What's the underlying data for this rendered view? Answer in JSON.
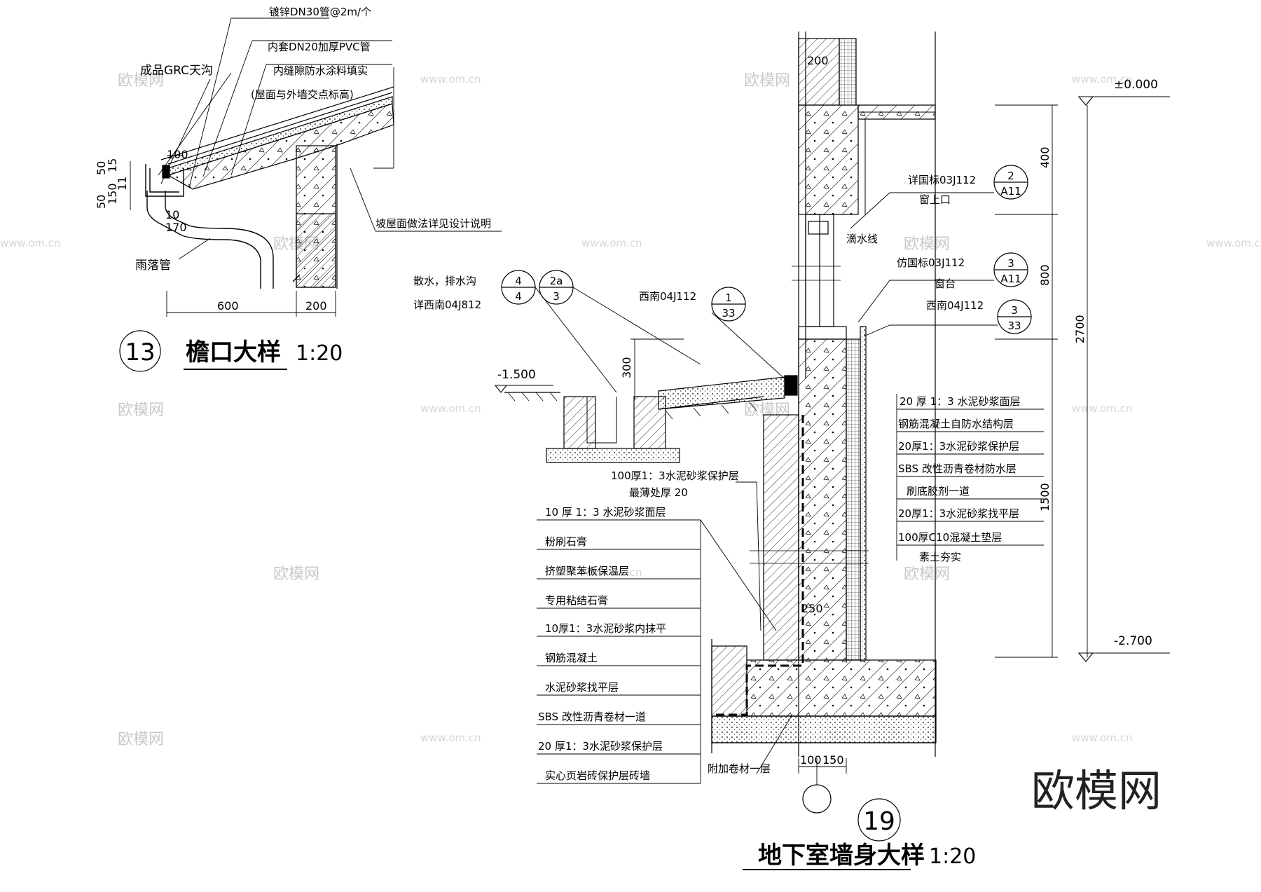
{
  "eave_detail": {
    "number": "13",
    "title": "檐口大样",
    "scale": "1:20",
    "labels": {
      "grc_gutter": "成品GRC天沟",
      "galv_pipe": "镀锌DN30管@2m/个",
      "pvc_sleeve": "内套DN20加厚PVC管",
      "gap_fill": "内缝隙防水涂料填实",
      "roof_wall_elev": "(屋面与外墙交点标高)",
      "roof_note": "坡屋面做法详见设计说明",
      "downpipe": "雨落管"
    },
    "dims": {
      "d600": "600",
      "d200": "200",
      "d100": "100",
      "d50a": "50",
      "d15": "15",
      "d150": "150",
      "d11": "11",
      "d50b": "50",
      "d10": "10",
      "d170": "170"
    }
  },
  "basement_detail": {
    "number": "19",
    "title": "地下室墙身大样",
    "scale": "1:20",
    "elevations": {
      "top": "±0.000",
      "bottom": "-2.700",
      "ground": "-1.500"
    },
    "dims": {
      "wall_top": "200",
      "h400": "400",
      "h800": "800",
      "h1500": "1500",
      "h2700": "2700",
      "h300": "300",
      "w250": "250",
      "w100": "100",
      "w150": "150"
    },
    "callouts": {
      "window_head_ref": "详国标03J112",
      "window_head": "窗上口",
      "window_head_sym": {
        "top": "2",
        "bottom": "A11"
      },
      "drip_line": "滴水线",
      "sill_ref": "仿国标03J112",
      "sill": "窗台",
      "sill_sym": {
        "top": "3",
        "bottom": "A11"
      },
      "sw_ref": "西南04J112",
      "sw_sym": {
        "top": "3",
        "bottom": "33"
      },
      "sw_ref2": "西南04J112",
      "sw_sym2": {
        "top": "1",
        "bottom": "33"
      },
      "apron": "散水，排水沟",
      "apron_ref": "详西南04J812",
      "apron_sym1": {
        "top": "4",
        "bottom": "4"
      },
      "apron_sym2": {
        "top": "2a",
        "bottom": "3"
      },
      "protect_100": "100厚1：3水泥砂浆保护层",
      "thinnest_20": "最薄处厚 20",
      "extra_membrane": "附加卷材一层"
    },
    "left_layers": [
      "10 厚 1：3 水泥砂浆面层",
      "粉刷石膏",
      "挤塑聚苯板保温层",
      "专用粘结石膏",
      "10厚1：3水泥砂浆内抹平",
      "钢筋混凝土",
      "水泥砂浆找平层",
      "SBS 改性沥青卷材一道",
      "20 厚1：3水泥砂浆保护层",
      "实心页岩砖保护层砖墙"
    ],
    "right_layers": [
      "20 厚 1：3 水泥砂浆面层",
      "钢筋混凝土自防水结构层",
      "20厚1：3水泥砂浆保护层",
      "SBS 改性沥青卷材防水层",
      "刷底胶剂一道",
      "20厚1：3水泥砂浆找平层",
      "100厚C10混凝土垫层",
      "素土夯实"
    ]
  },
  "watermark": {
    "brand": "欧模网",
    "url": "www.om.cn"
  }
}
